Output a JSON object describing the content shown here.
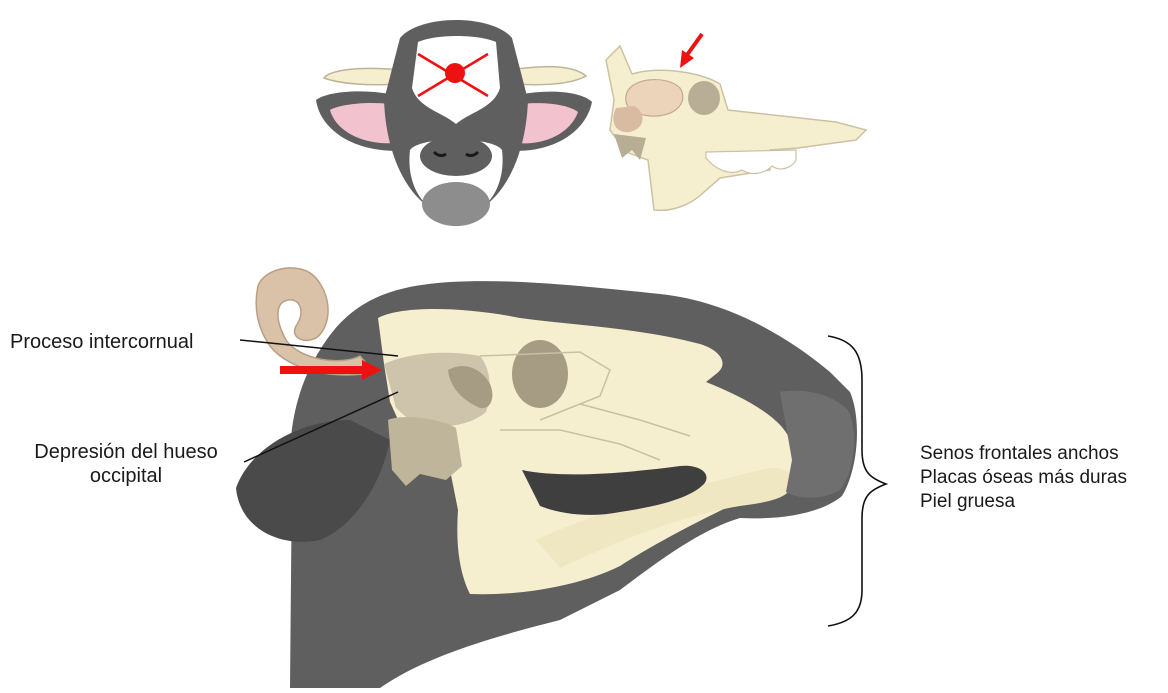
{
  "labels": {
    "intercornual": "Proceso intercornual",
    "occipital_line1": "Depresión del hueso",
    "occipital_line2": "occipital"
  },
  "traits": [
    "Senos frontales anchos",
    "Placas óseas más duras",
    "Piel gruesa"
  ],
  "colors": {
    "hide_dark": "#5f5f5f",
    "hide_white": "#ffffff",
    "bone": "#f5efcf",
    "bone_shadow": "#c9bfa5",
    "horn": "#d9c2a8",
    "ear_inner": "#f2c3cf",
    "accent_red": "#ee1111",
    "muzzle": "#8d8d8d"
  }
}
